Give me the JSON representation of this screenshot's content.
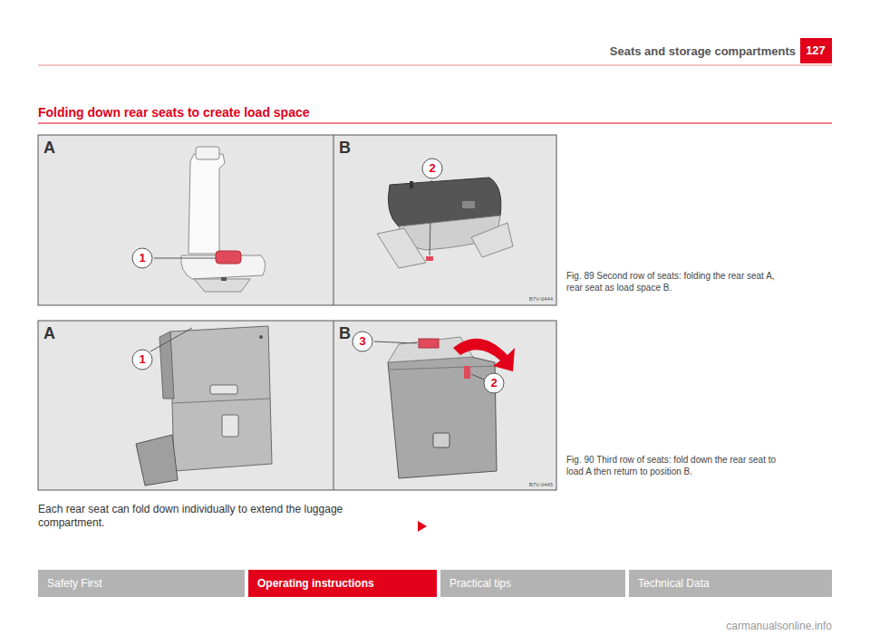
{
  "diagram": {
    "title": "Folding down rear seats to create load space",
    "nodes": [
      {
        "text": [
          "Safety First"
        ]
      },
      {
        "text": [
          "Operating instructions"
        ]
      },
      {
        "text": [
          "Practical tips"
        ]
      },
      {
        "text": [
          "Technical Data"
        ]
      }
    ],
    "labels": [
      "127",
      "Seats and storage compartments",
      "A",
      "B",
      "1",
      "2",
      "B7V-0444",
      "A",
      "B",
      "1",
      "3",
      "2",
      "B7V-0445",
      "Fig. 89 Second row of seats: folding the rear seat A, rear seat as load space B.",
      "Fig. 90 Third row of seats: fold down the rear seat to load A then return to position B.",
      "Each rear seat can fold down individually to extend the luggage compartment.",
      "carmanualsonline.info"
    ]
  }
}
